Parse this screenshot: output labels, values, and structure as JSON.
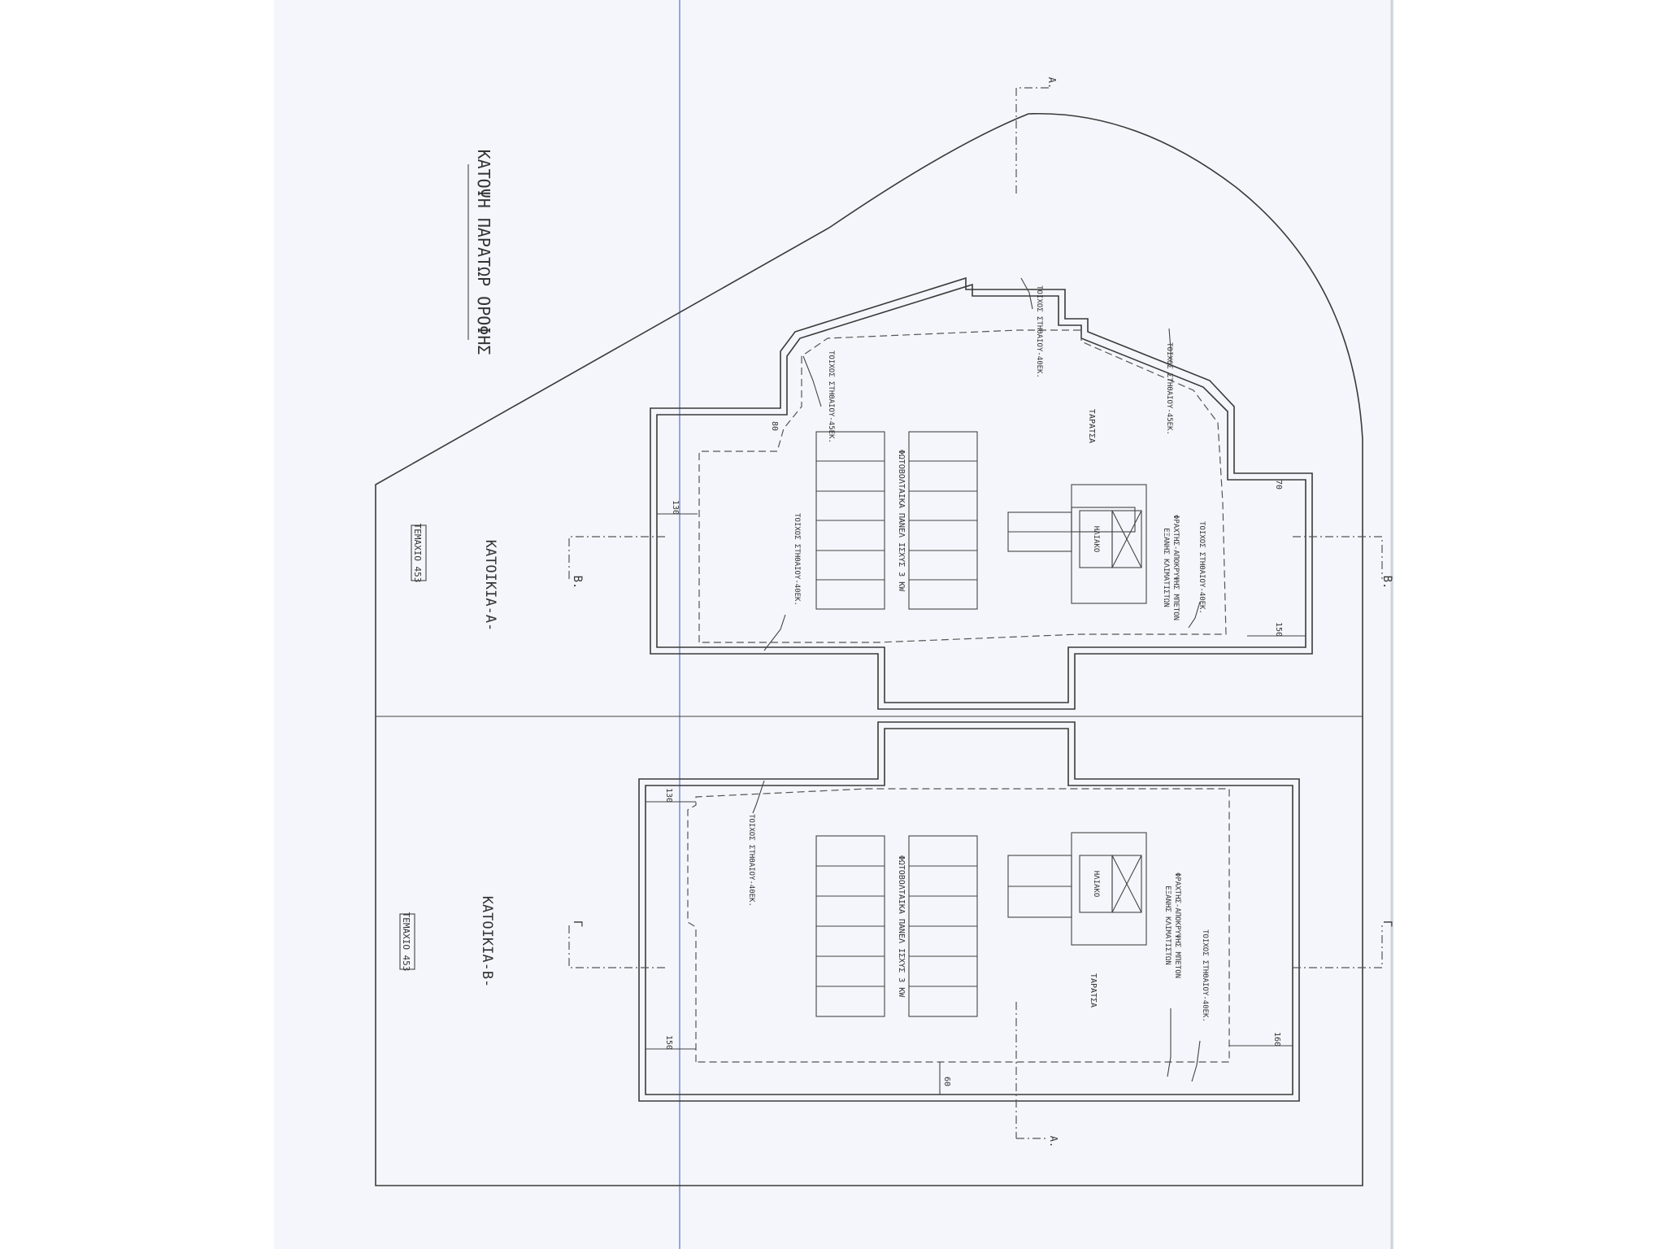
{
  "drawing": {
    "title": "ΚΑΤΟΨΗ ΠΑΡΑΤΩΡ ΟΡΟΦΗΣ",
    "colors": {
      "paper": "#f4f6fb",
      "ink": "#3a3a3a",
      "guide": "#5d6fd0"
    }
  },
  "sections": {
    "aa_top": "Α.",
    "aa_bottom": "Α.",
    "bb_left": "Β.",
    "bb_right": "Β.",
    "gg_left": "Γ",
    "gg_right": "Γ"
  },
  "unit_a": {
    "name": "ΚΑΤΟΙΚΙΑ-Α-",
    "parcel_tag": "ΤΕΜΑΧΙΟ 453",
    "pv_panels": "ΦΩΤΟΒΟΛΤΑΙΚΑ ΠΑΝΕΛ ΙΣΧΥΣ 3 KW",
    "solar_heater": "ΗΛΙΑΚΟ",
    "tank": "ΤΑΡΑΤΣΑ",
    "wall_notes": [
      "ΤΟΙΧΟΣ ΣΤΗΘΑΙΟΥ-45ΕΚ.",
      "ΤΟΙΧΟΣ ΣΤΗΘΑΙΟΥ-40ΕΚ.",
      "ΤΟΙΧΟΣ ΣΤΗΘΑΙΟΥ-45ΕΚ.",
      "ΤΟΙΧΟΣ ΣΤΗΘΑΙΟΥ-40ΕΚ.",
      "ΤΟΙΧΟΣ ΣΤΗΘΑΙΟΥ-40ΕΚ."
    ],
    "fence_note_1": "ΦΡΑΧΤΗΣ-ΑΠΟΚΡΥΨΗΣ ΜΠΕΤΟΝ",
    "fence_note_2": "ΕΞΑΝΗΣ ΚΛΙΜΑΤΙΣΤΩΝ",
    "dims": {
      "d1": "80",
      "d2": "130",
      "d3": "70",
      "d4": "150"
    }
  },
  "unit_b": {
    "name": "ΚΑΤΟΙΚΙΑ-Β-",
    "parcel_tag": "ΤΕΜΑΧΙΟ 453",
    "pv_panels": "ΦΩΤΟΒΟΛΤΑΙΚΑ ΠΑΝΕΛ ΙΣΧΥΣ 3 KW",
    "solar_heater": "ΗΛΙΑΚΟ",
    "tank": "ΤΑΡΑΤΣΑ",
    "wall_notes": [
      "ΤΟΙΧΟΣ ΣΤΗΘΑΙΟΥ-40ΕΚ.",
      "ΤΟΙΧΟΣ ΣΤΗΘΑΙΟΥ-40ΕΚ."
    ],
    "fence_note_1": "ΦΡΑΧΤΗΣ-ΑΠΟΚΡΥΨΗΣ ΜΠΕΤΟΝ",
    "fence_note_2": "ΕΞΑΝΗΣ ΚΛΙΜΑΤΙΣΤΩΝ",
    "dims": {
      "d1": "130",
      "d2": "150",
      "d3": "60",
      "d4": "160"
    }
  }
}
